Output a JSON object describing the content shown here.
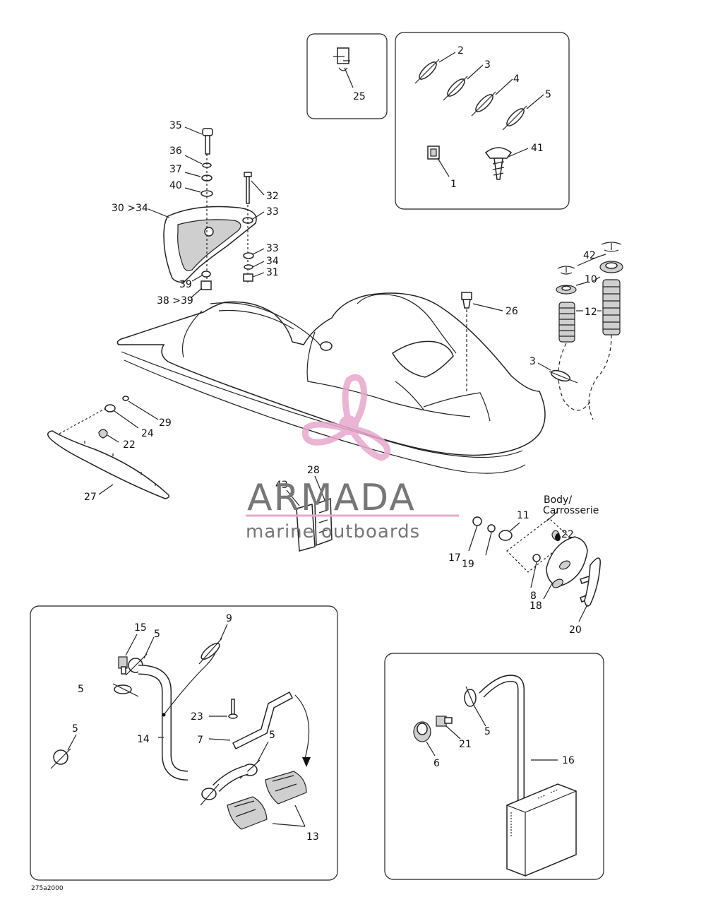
{
  "callouts": {
    "c1": "1",
    "c2": "2",
    "c3": "3",
    "c3b": "3",
    "c4": "4",
    "c5": "5",
    "c5a": "5",
    "c5b": "5",
    "c5c": "5",
    "c5d": "5",
    "c5e": "5",
    "c6": "6",
    "c7": "7",
    "c8": "8",
    "c9": "9",
    "c10": "10",
    "c11": "11",
    "c12": "12",
    "c13": "13",
    "c14": "14",
    "c15": "15",
    "c16": "16",
    "c17": "17",
    "c18": "18",
    "c19": "19",
    "c20": "20",
    "c21": "21",
    "c22": "22",
    "c22b": "22",
    "c23": "23",
    "c24": "24",
    "c25": "25",
    "c26": "26",
    "c27": "27",
    "c28": "28",
    "c29": "29",
    "c30": "30 >34",
    "c31": "31",
    "c32": "32",
    "c33": "33",
    "c33b": "33",
    "c34": "34",
    "c35": "35",
    "c36": "36",
    "c37": "37",
    "c38": "38 >39",
    "c39": "39",
    "c40": "40",
    "c41": "41",
    "c42": "42",
    "c43": "43"
  },
  "body_label_line1": "Body/",
  "body_label_line2": "Carrosserie",
  "drawing_code": "275a2000",
  "watermark": {
    "brand": "ARMADA",
    "tagline": "marine outboards",
    "accent_color": "#e8a8cc"
  }
}
